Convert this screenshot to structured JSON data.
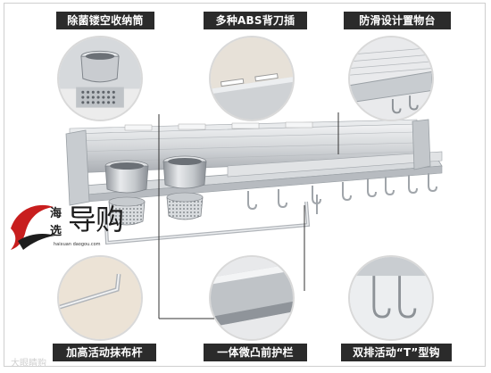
{
  "captions": {
    "top_left": "除菌镂空收纳筒",
    "top_center": "多种ABS背刀插",
    "top_right": "防滑设计置物台",
    "bottom_left": "加高活动抹布杆",
    "bottom_center": "一体微凸前护栏",
    "bottom_right": "双排活动“T”型钩"
  },
  "logo": {
    "char_hai": "海",
    "char_xuan": "选",
    "name": "导购",
    "url": "haixuan daogou.com"
  },
  "watermark": "大眼睛购",
  "colors": {
    "caption_bg": "#2b2b2b",
    "logo_red": "#c81e1e",
    "metal": "#c9cdd1"
  }
}
